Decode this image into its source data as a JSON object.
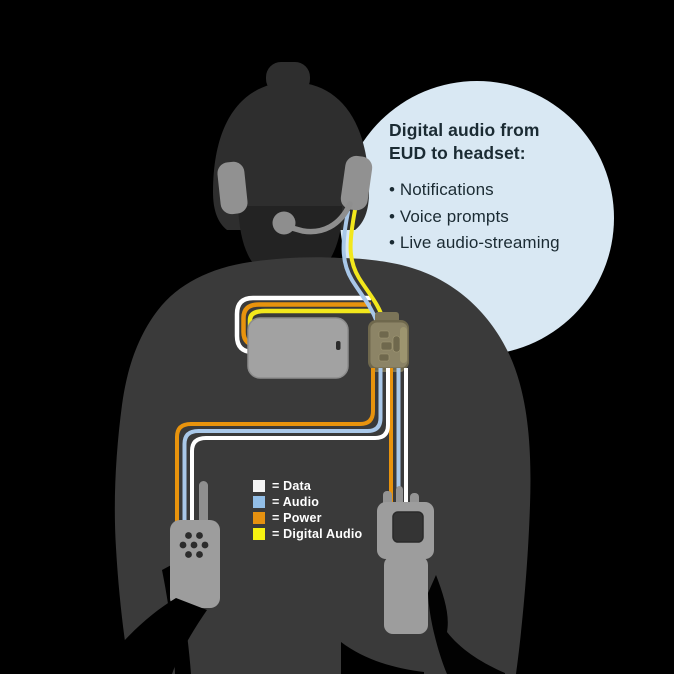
{
  "figure": {
    "icons": {
      "headset": "tactical-headset-with-boom-mic",
      "helmet": "combat-helmet-silhouette",
      "eud": "chest-mounted-eud-device",
      "hub": "connector-hub",
      "radio_left": "handheld-radio-speaker-grille",
      "radio_right": "handheld-radio-with-display"
    }
  },
  "speech_bubble": {
    "title": "Digital audio from\nEUD to headset:",
    "bullets": [
      "Notifications",
      "Voice prompts",
      "Live audio-streaming"
    ],
    "bg_color": "#d9e8f3",
    "text_color": "#1b2b33"
  },
  "legend": {
    "items": [
      {
        "color": "#f4f4f4",
        "label": "= Data"
      },
      {
        "color": "#92bee7",
        "label": "= Audio"
      },
      {
        "color": "#e59110",
        "label": "= Power"
      },
      {
        "color": "#f6f211",
        "label": "= Digital Audio"
      }
    ]
  },
  "wires": {
    "data": "#ffffff",
    "audio": "#a9c8e9",
    "power": "#e8930d",
    "digital_audio": "#f2e71c"
  },
  "palette": {
    "background": "#000000",
    "body_silhouette": "#3a3a3a",
    "helmet": "#2e2e2e",
    "face": "#232323",
    "equipment_gray": "#9d9d9d",
    "headset_gray": "#8e8e8e",
    "hub_tan": "#8c8466",
    "hub_tan_dark": "#6f684d"
  }
}
